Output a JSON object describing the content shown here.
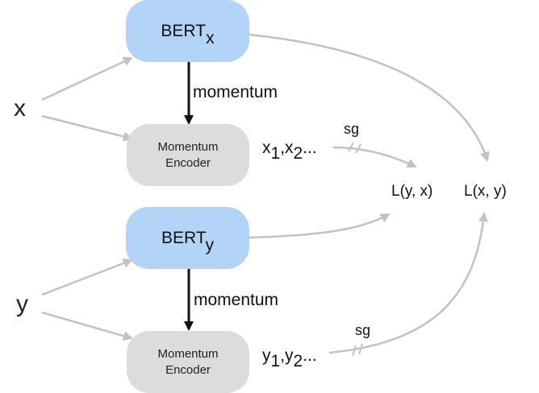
{
  "inputs": {
    "x": "x",
    "y": "y"
  },
  "bert_x": {
    "base": "BERT",
    "sub": "x"
  },
  "bert_y": {
    "base": "BERT",
    "sub": "y"
  },
  "encoder_x": {
    "line1": "Momentum",
    "line2": "Encoder"
  },
  "encoder_y": {
    "line1": "Momentum",
    "line2": "Encoder"
  },
  "momentum_x": "momentum",
  "momentum_y": "momentum",
  "seq_x": {
    "a": "x",
    "a_sub": "1",
    "sep": ",x",
    "b_sub": "2",
    "tail": "..."
  },
  "seq_y": {
    "a": "y",
    "a_sub": "1",
    "sep": ",y",
    "b_sub": "2",
    "tail": "..."
  },
  "sg_top": "sg",
  "sg_bottom": "sg",
  "loss_yx": "L(y, x)",
  "loss_xy": "L(x, y)",
  "colors": {
    "bert": "#b3d3f7",
    "encoder": "#dcdcdc",
    "gray_arrow": "#bdbdbd",
    "black_arrow": "#111111"
  }
}
